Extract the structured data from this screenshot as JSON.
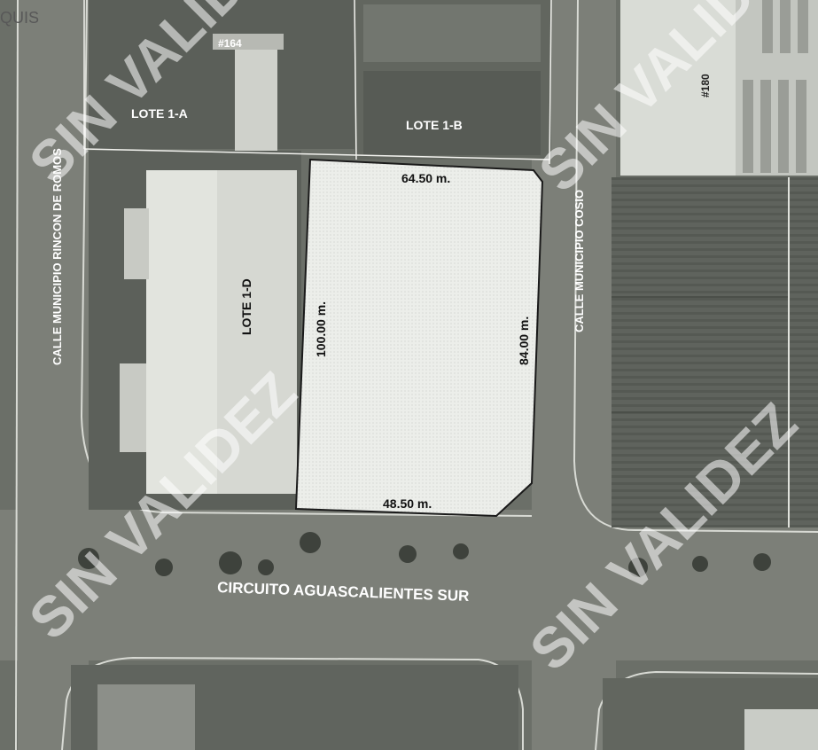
{
  "header": {
    "caption": "QUIS"
  },
  "lots": {
    "lote_1a": "LOTE 1-A",
    "lote_1b": "LOTE 1-B",
    "lote_1d": "LOTE 1-D"
  },
  "parcels": {
    "number_164": "#164",
    "number_180": "#180"
  },
  "streets": {
    "rincon_de_romos": "CALLE MUNICIPIO RINCON DE ROMOS",
    "cosio": "CALLE MUNICIPIO COSIO",
    "circuito": "CIRCUITO AGUASCALIENTES SUR"
  },
  "dimensions": {
    "north": "64.50 m.",
    "west": "100.00 m.",
    "east": "84.00 m.",
    "south": "48.50 m."
  },
  "watermark": {
    "text": "SIN VALIDEZ"
  },
  "colors": {
    "aerial_base": "#6f736c",
    "highlighted_lot": "#eef0ec",
    "label_text": "#ffffff",
    "dimension_text": "#111111",
    "watermark": "#ffffff"
  }
}
